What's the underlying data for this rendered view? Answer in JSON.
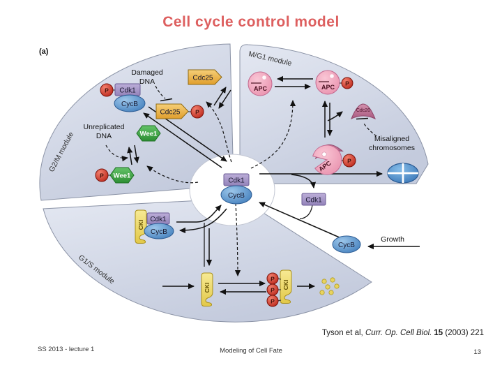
{
  "slide": {
    "title": "Cell cycle control model",
    "footer": {
      "left": "SS 2013 - lecture 1",
      "center": "Modeling of Cell Fate",
      "page": "13"
    },
    "citation": {
      "pre": "Tyson et al, ",
      "journal": "Curr. Op. Cell Biol.",
      "volume": "15",
      "post": " (2003) 221"
    }
  },
  "diagram": {
    "panel_label": "(a)",
    "modules": {
      "g2m": {
        "label": "G2/M module"
      },
      "mg1": {
        "label": "M/G1 module"
      },
      "g1s": {
        "label": "G1/S module"
      }
    },
    "molecules": {
      "cdk1": "Cdk1",
      "cycb": "CycB",
      "cdc25": "Cdc25",
      "wee1": "Wee1",
      "p": "P",
      "apc": "APC",
      "cdc20": "Cdc20",
      "cki": "CKI"
    },
    "annotations": {
      "damaged_dna": [
        "Damaged",
        "DNA"
      ],
      "unreplicated_dna": [
        "Unreplicated",
        "DNA"
      ],
      "misaligned_chromosomes": [
        "Misaligned",
        "chromosomes"
      ],
      "growth": "Growth"
    },
    "colors": {
      "title": "#dd5f5f",
      "wedge_fill": "#ccd4e3",
      "cdk1_fill": "#a99dc9",
      "cycb_fill": "#4f93cc",
      "cdc25_fill": "#eeb64e",
      "wee1_fill": "#3fa447",
      "phosphate_fill": "#d23b30",
      "apc_fill": "#f2a8bf",
      "cdc20_fill": "#c06f92",
      "cki_fill": "#efdd69",
      "divided_cell_fill": "#4a8fd0",
      "degradation_dots": "#e8d35e"
    }
  }
}
